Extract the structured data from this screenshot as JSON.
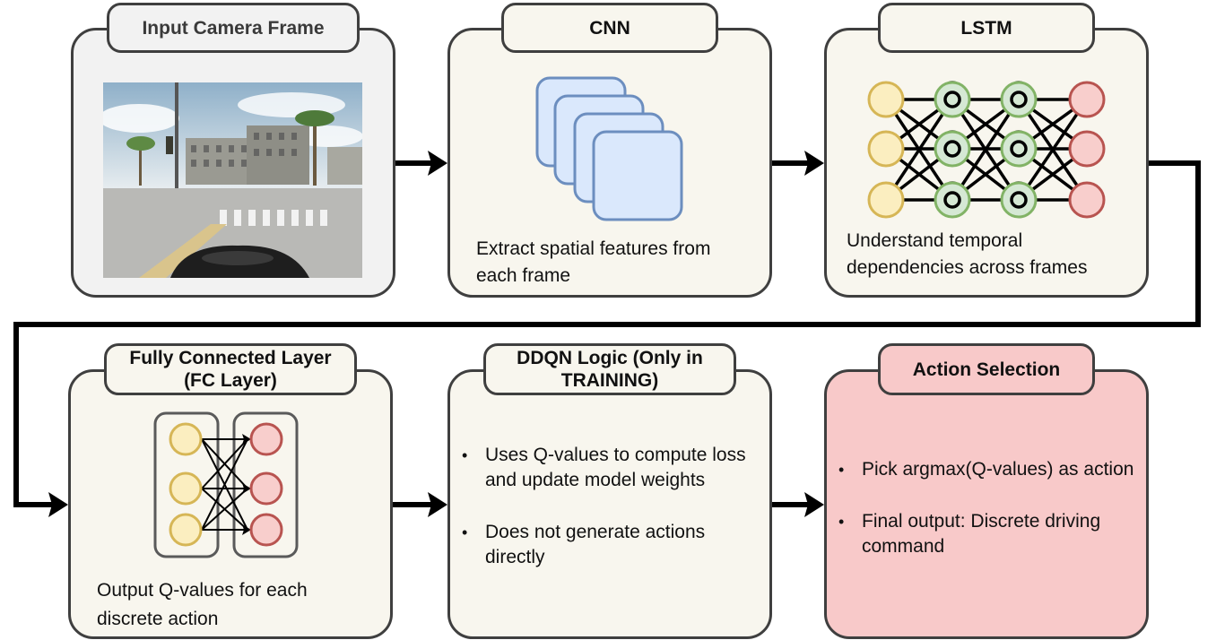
{
  "stages": {
    "input": {
      "title": "Input Camera Frame"
    },
    "cnn": {
      "title": "CNN",
      "description": "Extract spatial features from each frame"
    },
    "lstm": {
      "title": "LSTM",
      "description": "Understand temporal dependencies across frames"
    },
    "fc": {
      "title": "Fully Connected Layer (FC Layer)",
      "description": "Output Q-values for each discrete action"
    },
    "ddqn": {
      "title": "DDQN Logic (Only in TRAINING)",
      "bullets": [
        "Uses Q-values to compute loss and update model weights",
        "Does not generate actions directly"
      ]
    },
    "action": {
      "title": "Action Selection",
      "bullets": [
        "Pick argmax(Q-values) as action",
        "Final output: Discrete driving command"
      ]
    }
  },
  "colors": {
    "box_fill": "#f8f6ee",
    "input_fill": "#f2f2f2",
    "action_fill": "#f8c9c9",
    "input_node": "#fbeec0",
    "input_node_stroke": "#d6b656",
    "hidden_node": "#d5e8d4",
    "hidden_node_stroke": "#82b366",
    "output_node": "#f8cecc",
    "output_node_stroke": "#b85450",
    "feature_map": "#dae8fc",
    "feature_map_stroke": "#6c8ebf"
  }
}
